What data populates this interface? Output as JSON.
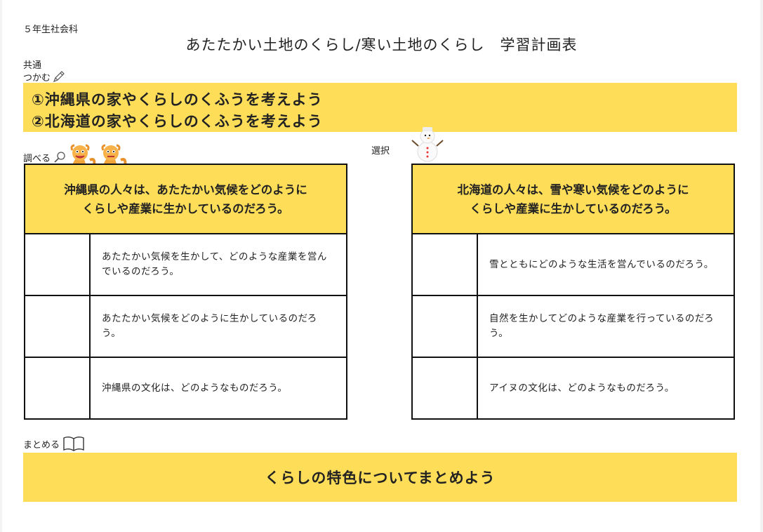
{
  "header": {
    "grade_subject": "５年生社会科",
    "title": "あたたかい土地のくらし/寒い土地のくらし　学習計画表"
  },
  "common": {
    "label": "共通",
    "grasp_label": "つかむ",
    "goals": [
      "①沖縄県の家やくらしのくふうを考えよう",
      "②北海道の家やくらしのくふうを考えよう"
    ]
  },
  "investigate": {
    "label": "調べる"
  },
  "choose": {
    "label": "選択"
  },
  "left_panel": {
    "question_line1": "沖縄県の人々は、あたたかい気候をどのように",
    "question_line2": "くらしや産業に生かしているのだろう。",
    "rows": [
      "あたたかい気候を生かして、どのような産業を営んでいるのだろう。",
      "あたたかい気候をどのように生かしているのだろう。",
      "沖縄県の文化は、どのようなものだろう。"
    ]
  },
  "right_panel": {
    "question_line1": "北海道の人々は、雪や寒い気候をどのように",
    "question_line2": "くらしや産業に生かしているのだろう。",
    "rows": [
      "雪とともにどのような生活を営んでいるのだろう。",
      "自然を生かしてどのような産業を行っているのだろう。",
      "アイヌの文化は、どのようなものだろう。"
    ]
  },
  "summary": {
    "label": "まとめる",
    "goal": "くらしの特色についてまとめよう"
  },
  "icons": {
    "grasp": "pencil-icon",
    "investigate": "magnifier-icon",
    "okinawa": "shisa-icon",
    "hokkaido": "snowman-icon",
    "summary": "open-book-icon"
  },
  "colors": {
    "band": "#fedd59",
    "border": "#111111"
  }
}
